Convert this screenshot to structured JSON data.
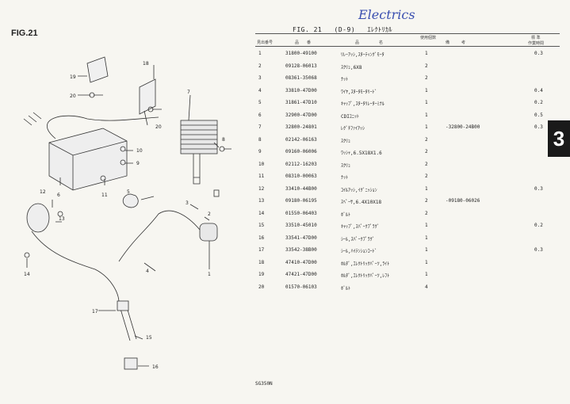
{
  "left_figure_label": "FIG.21",
  "handwritten_title": "Electrics",
  "figure_header": {
    "fig": "FIG. 21",
    "code": "(D-9)",
    "name": "ｴﾚｸﾄﾘｶﾙ"
  },
  "columns": {
    "no": "見出番号",
    "part": "品　　番",
    "desc": "品　　　　　名",
    "qty": "使用個数",
    "remarks": "備　　　考",
    "time_line1": "標 準",
    "time_line2": "作業時間"
  },
  "rows": [
    {
      "no": "1",
      "part": "31800-49100",
      "desc": "ﾘﾚｰｱｯｼ,ｽﾀｰﾃｨﾝｸﾞﾓｰﾀ",
      "qty": "1",
      "remarks": "",
      "time": "0.3"
    },
    {
      "no": "2",
      "part": "09128-06013",
      "desc": "ｽｸﾘｭ,6X8",
      "qty": "2",
      "remarks": "",
      "time": ""
    },
    {
      "no": "3",
      "part": "08361-35068",
      "desc": "ﾅｯﾄ",
      "qty": "2",
      "remarks": "",
      "time": ""
    },
    {
      "no": "4",
      "part": "33810-47D00",
      "desc": "ﾜｲﾔ,ｽﾀｰﾀﾓｰﾀﾘｰﾄﾞ",
      "qty": "1",
      "remarks": "",
      "time": "0.4"
    },
    {
      "no": "5",
      "part": "31861-47D10",
      "desc": "ｷｬｯﾌﾟ,ｽﾀｰﾀﾘﾚｰﾀｰﾐﾅﾙ",
      "qty": "1",
      "remarks": "",
      "time": "0.2"
    },
    {
      "no": "6",
      "part": "32900-47D00",
      "desc": "CDIﾕﾆｯﾄ",
      "qty": "1",
      "remarks": "",
      "time": "0.5"
    },
    {
      "no": "7",
      "part": "32800-24801",
      "desc": "ﾚｸﾞﾁﾌｧｲｱｯｼ",
      "qty": "1",
      "remarks": "-32800-24B00",
      "time": "0.3"
    },
    {
      "no": "8",
      "part": "02142-06163",
      "desc": "ｽｸﾘｭ",
      "qty": "2",
      "remarks": "",
      "time": ""
    },
    {
      "no": "9",
      "part": "09160-06006",
      "desc": "ﾜｯｼｬ,6.5X18X1.6",
      "qty": "2",
      "remarks": "",
      "time": ""
    },
    {
      "no": "10",
      "part": "02112-16203",
      "desc": "ｽｸﾘｭ",
      "qty": "2",
      "remarks": "",
      "time": ""
    },
    {
      "no": "11",
      "part": "08310-00063",
      "desc": "ﾅｯﾄ",
      "qty": "2",
      "remarks": "",
      "time": ""
    },
    {
      "no": "12",
      "part": "33410-44B00",
      "desc": "ｺｲﾙｱｯｼ,ｲｸﾞﾆｯｼｮﾝ",
      "qty": "1",
      "remarks": "",
      "time": "0.3"
    },
    {
      "no": "13",
      "part": "09180-06195",
      "desc": "ｽﾍﾟｰｻ,6.4X10X18",
      "qty": "2",
      "remarks": "-09180-06026",
      "time": ""
    },
    {
      "no": "14",
      "part": "01550-06403",
      "desc": "ﾎﾞﾙﾄ",
      "qty": "2",
      "remarks": "",
      "time": ""
    },
    {
      "no": "15",
      "part": "33510-45010",
      "desc": "ｷｬｯﾌﾟ,ｽﾊﾟｰｸﾌﾟﾗｸﾞ",
      "qty": "1",
      "remarks": "",
      "time": "0.2"
    },
    {
      "no": "16",
      "part": "33541-47D00",
      "desc": "ｼｰﾙ,ｽﾊﾟｰｸﾌﾟﾗｸﾞ",
      "qty": "1",
      "remarks": "",
      "time": ""
    },
    {
      "no": "17",
      "part": "33542-38B00",
      "desc": "ｼｰﾙ,ﾊｲﾃﾝｼｮﾝｺｰﾄﾞ",
      "qty": "1",
      "remarks": "",
      "time": "0.3"
    },
    {
      "no": "18",
      "part": "47410-47D00",
      "desc": "ﾎﾙﾀﾞ,ｴﾚｸﾄﾘｯｸﾊﾟｰﾂ,ﾗｲﾄ",
      "qty": "1",
      "remarks": "",
      "time": ""
    },
    {
      "no": "19",
      "part": "47421-47D00",
      "desc": "ﾎﾙﾀﾞ,ｴﾚｸﾄﾘｯｸﾊﾟｰﾂ,ﾚﾌﾄ",
      "qty": "1",
      "remarks": "",
      "time": ""
    },
    {
      "no": "20",
      "part": "01570-06103",
      "desc": "ﾎﾞﾙﾄ",
      "qty": "4",
      "remarks": "",
      "time": ""
    }
  ],
  "section_tab": "3",
  "footer": "SG350N",
  "callouts": [
    "1",
    "2",
    "3",
    "4",
    "5",
    "6",
    "7",
    "8",
    "9",
    "10",
    "11",
    "12",
    "13",
    "14",
    "15",
    "16",
    "17",
    "18",
    "19",
    "20"
  ]
}
